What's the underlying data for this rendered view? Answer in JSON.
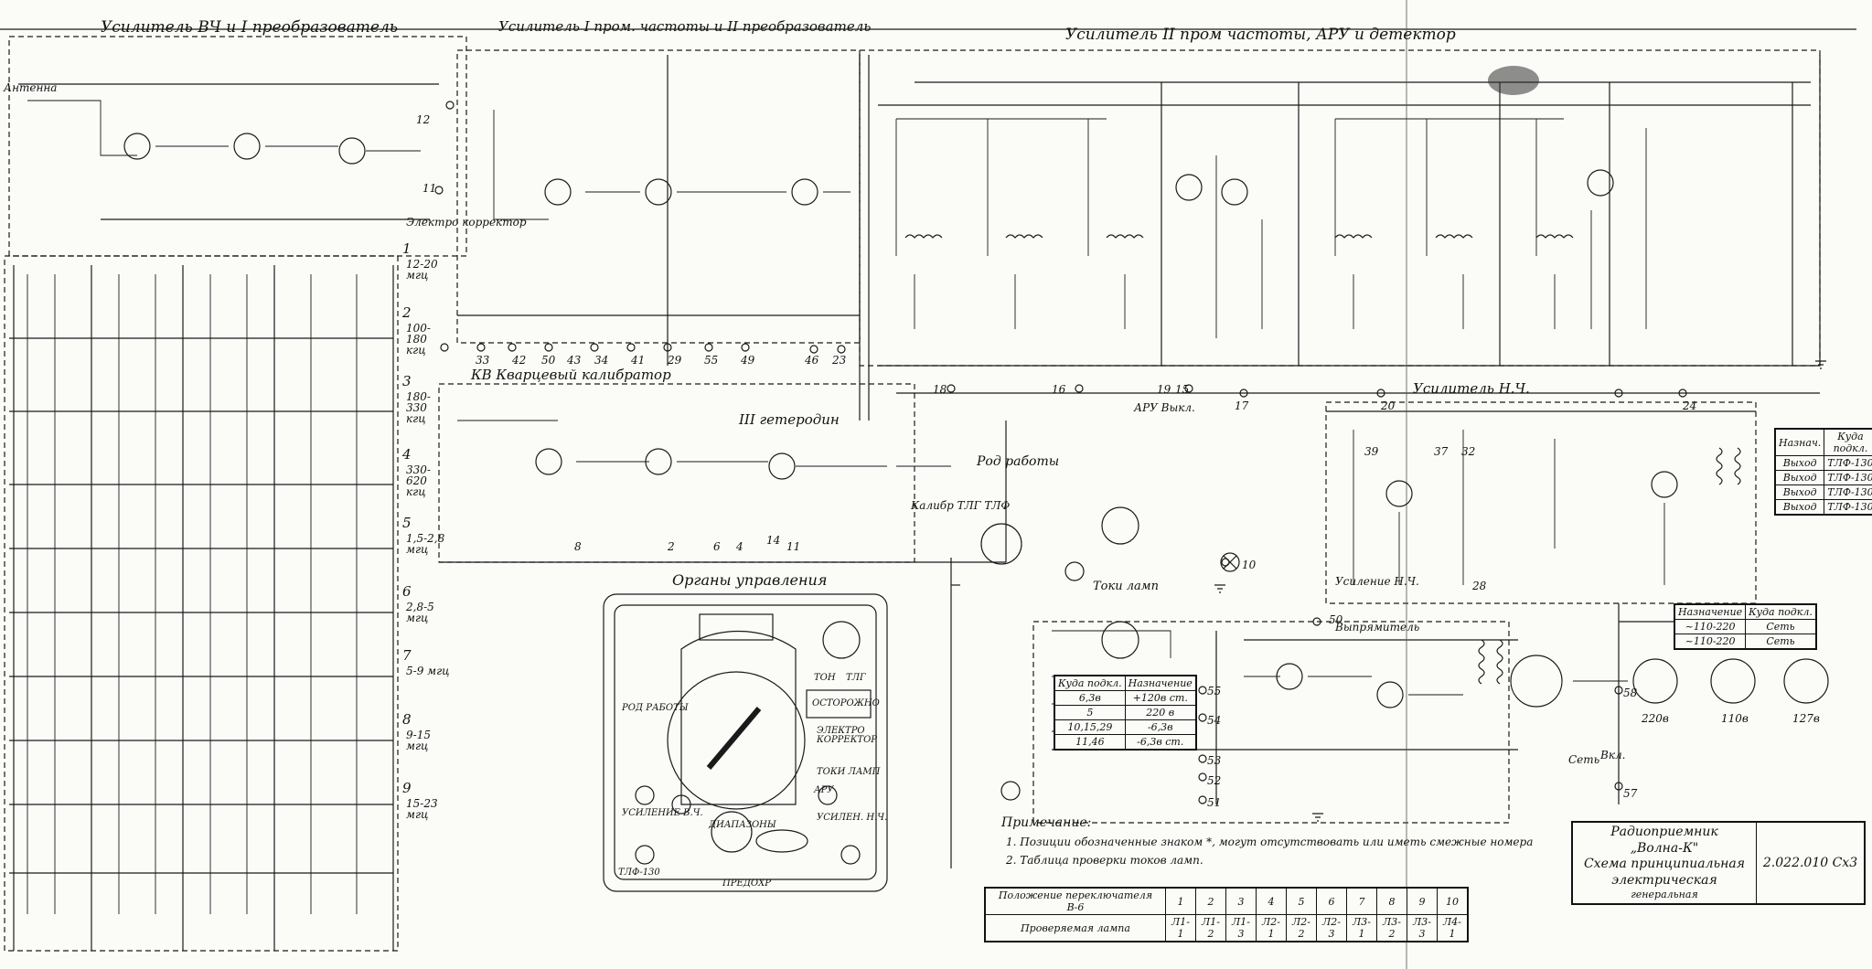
{
  "headings": {
    "sec1": "Усилитель ВЧ и I преобразователь",
    "sec2": "Усилитель I пром. частоты и II преобразователь",
    "sec3": "Усилитель II пром частоты, АРУ и детектор",
    "quartz": "КВ Кварцевый калибратор",
    "het3": "III гетеродин",
    "lf_amp": "Усилитель Н.Ч.",
    "rectifier": "Выпрямитель",
    "mode": "Род работы",
    "lamp_current": "Токи ламп",
    "controls": "Органы управления",
    "electro": "Электро корректор"
  },
  "bands": [
    {
      "n": "1",
      "f": "12-20 мгц"
    },
    {
      "n": "2",
      "f": "100-180 кгц"
    },
    {
      "n": "3",
      "f": "180-330 кгц"
    },
    {
      "n": "4",
      "f": "330-620 кгц"
    },
    {
      "n": "5",
      "f": "1,5-2,8 мгц"
    },
    {
      "n": "6",
      "f": "2,8-5 мгц"
    },
    {
      "n": "7",
      "f": "5-9 мгц"
    },
    {
      "n": "8",
      "f": "9-15 мгц"
    },
    {
      "n": "9",
      "f": "15-23 мгц"
    }
  ],
  "terminals": [
    "12",
    "11",
    "33",
    "42",
    "50",
    "43",
    "34",
    "41",
    "29",
    "55",
    "49",
    "46",
    "23",
    "18",
    "16",
    "15",
    "19",
    "17",
    "20",
    "24",
    "14",
    "8",
    "2",
    "6",
    "4",
    "11",
    "10",
    "39",
    "37",
    "32",
    "28",
    "50",
    "55",
    "54",
    "53",
    "52",
    "51",
    "58",
    "57"
  ],
  "panel": {
    "mode": "РОД РАБОТЫ",
    "tone": "ТОН",
    "tlg": "ТЛГ",
    "stop": "ОСТОРОЖНО",
    "electro": "ЭЛЕКТРО КОРРЕКТОР",
    "lamp_current": "ТОКИ ЛАМП",
    "gain_hf": "УСИЛЕНИЕ В.Ч.",
    "gain_lf": "УСИЛЕН. Н.Ч.",
    "aru": "АРУ",
    "range": "ДИАПАЗОНЫ",
    "tlf": "ТЛФ-130",
    "fuse": "ПРЕДОХР"
  },
  "notes": {
    "title": "Примечание:",
    "n1": "1. Позиции обозначенные знаком *, могут отсутствовать или иметь смежные номера",
    "n2": "2. Таблица проверки токов ламп."
  },
  "lamp_table": {
    "row1_label": "Положение переключателя В-6",
    "row2_label": "Проверяемая лампа",
    "positions": [
      "1",
      "2",
      "3",
      "4",
      "5",
      "6",
      "7",
      "8",
      "9",
      "10"
    ],
    "lamps": [
      "Л1-1",
      "Л1-2",
      "Л1-3",
      "Л2-1",
      "Л2-2",
      "Л2-3",
      "Л3-1",
      "Л3-2",
      "Л3-3",
      "Л4-1"
    ]
  },
  "outputs_table": {
    "h1": "Назнач.",
    "h2": "Куда подкл.",
    "rows": [
      [
        "Выход",
        "ТЛФ-130"
      ],
      [
        "Выход",
        "ТЛФ-130"
      ],
      [
        "Выход",
        "ТЛФ-130"
      ],
      [
        "Выход",
        "ТЛФ-130"
      ]
    ]
  },
  "power_table": {
    "h1": "Назначение",
    "h2": "Куда подкл.",
    "rows": [
      [
        "~110-220",
        "Сеть"
      ],
      [
        "~110-220",
        "Сеть"
      ]
    ]
  },
  "volt_table": {
    "rows": [
      [
        "Куда подкл.",
        "Назначение"
      ],
      [
        "6,3в",
        "+120в ст."
      ],
      [
        "5",
        "220 в"
      ],
      [
        "10,15,29",
        "-6,3в"
      ],
      [
        "11,46",
        "-6,3в ст."
      ]
    ]
  },
  "sockets": [
    "220в",
    "110в",
    "127в"
  ],
  "title_block": {
    "line1": "Радиоприемник",
    "line2": "„Волна-К\"",
    "line3": "Схема принципиальная",
    "line4": "электрическая",
    "line5": "генеральная",
    "code": "2.022.010 Сх3"
  },
  "misc": {
    "calib": "Калибр ТЛГ ТЛФ",
    "aru_off": "АРУ Выкл.",
    "lf_gain": "Усиление Н.Ч.",
    "power": "Сеть",
    "on": "Вкл.",
    "antenna": "Антенна"
  }
}
